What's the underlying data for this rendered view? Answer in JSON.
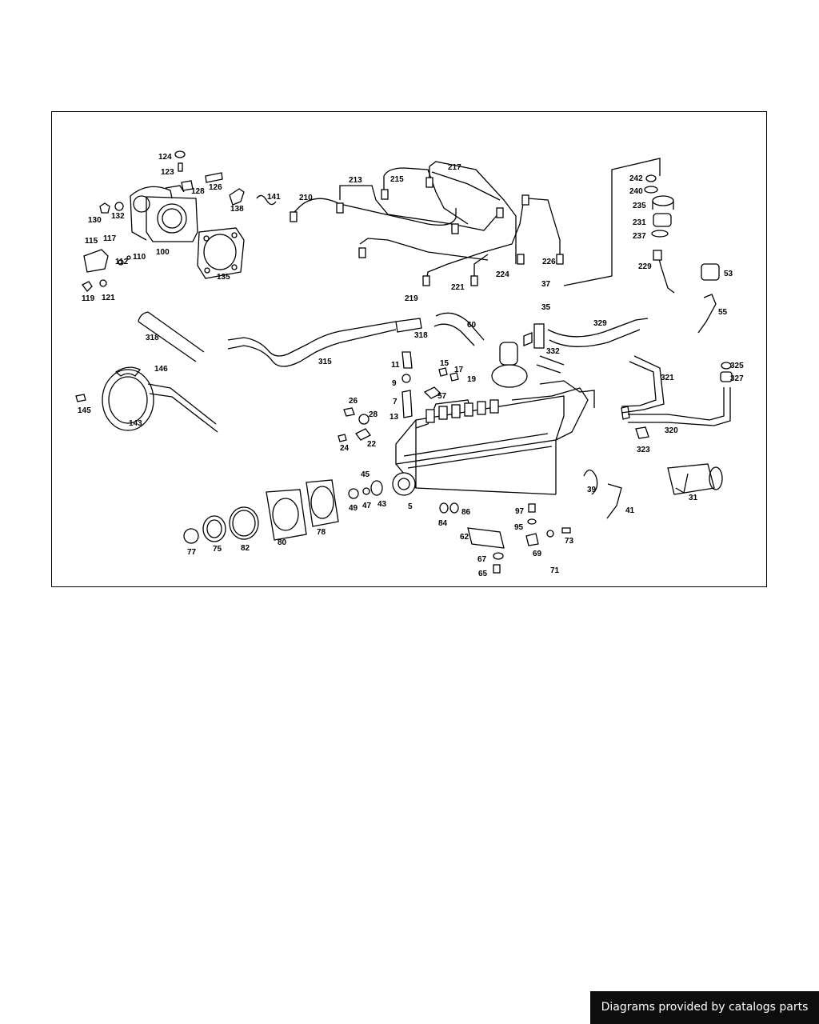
{
  "footer": {
    "credit": "Diagrams provided by catalogs parts"
  },
  "diagram": {
    "callouts": [
      "124",
      "123",
      "128",
      "126",
      "138",
      "141",
      "130",
      "132",
      "115",
      "117",
      "112",
      "110",
      "100",
      "135",
      "119",
      "121",
      "210",
      "213",
      "215",
      "217",
      "242",
      "240",
      "235",
      "231",
      "237",
      "229",
      "53",
      "55",
      "226",
      "224",
      "221",
      "219",
      "37",
      "35",
      "318",
      "60",
      "329",
      "332",
      "318",
      "315",
      "146",
      "145",
      "143",
      "11",
      "15",
      "17",
      "19",
      "9",
      "57",
      "7",
      "13",
      "26",
      "28",
      "22",
      "24",
      "321",
      "325",
      "327",
      "320",
      "323",
      "45",
      "49",
      "47",
      "43",
      "5",
      "39",
      "41",
      "31",
      "77",
      "75",
      "82",
      "80",
      "78",
      "84",
      "86",
      "97",
      "95",
      "62",
      "71",
      "73",
      "69",
      "67",
      "65"
    ]
  }
}
